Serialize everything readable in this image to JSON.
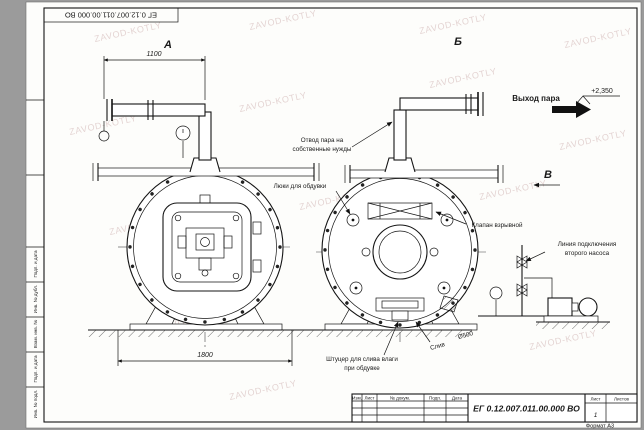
{
  "doc": {
    "number": "ЕГ 0.12.007.011.00.000  ВО",
    "format": "Формат А3"
  },
  "watermark": "ZAVOD-KOTLY",
  "frame": {
    "left_labels": [
      "Подп. и дата",
      "Инв. № дубл.",
      "Взам. инв. №",
      "Подп. и дата",
      "Инв. № подл."
    ]
  },
  "stamp": {
    "col_izm": "Изм.",
    "col_list": "Лист",
    "col_doc": "№ докум.",
    "col_sign": "Подп.",
    "col_date": "Дата",
    "sheet_label": "Лист",
    "sheets_label": "Листов",
    "sheet_value": "1"
  },
  "views": {
    "a": "А",
    "b": "Б",
    "v": "В"
  },
  "dimensions": {
    "width_top": "1100",
    "width_bottom": "1800",
    "level": "+2,350",
    "drain_dia": "Ø500"
  },
  "annotations": {
    "steam_out": "Выход пара",
    "steam_own_1": "Отвод пара на",
    "steam_own_2": "собственные нужды",
    "blow_hatches": "Люки для обдувки",
    "explosion_valve": "Клапан взрывной",
    "pump_line_1": "Линия подключения",
    "pump_line_2": "второго насоса",
    "drain_fitting_1": "Штуцер для слива влаги",
    "drain_fitting_2": "при обдувке",
    "drain": "Слив"
  }
}
